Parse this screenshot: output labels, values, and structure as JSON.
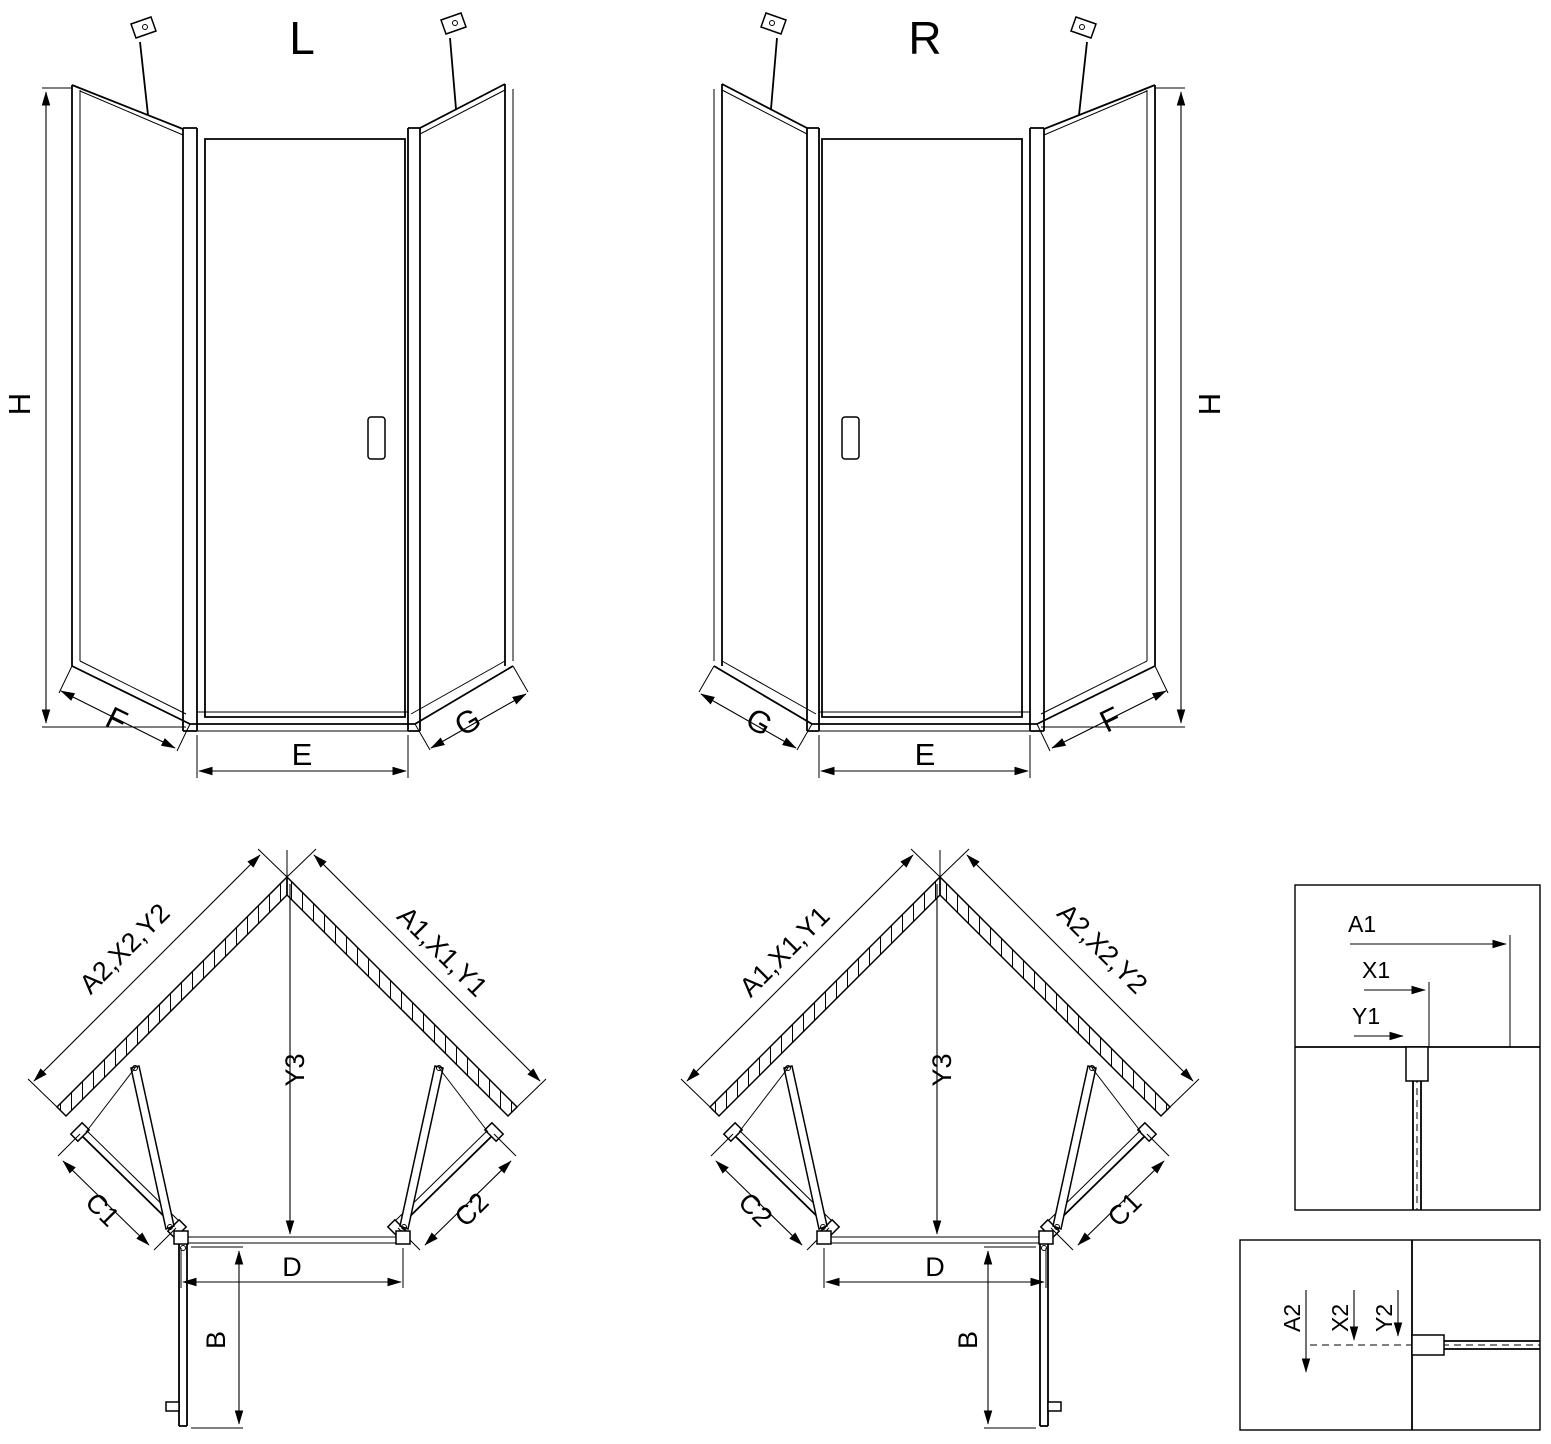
{
  "front_left": {
    "title": "L",
    "h": "H",
    "f": "F",
    "e": "E",
    "g": "G"
  },
  "front_right": {
    "title": "R",
    "h": "H",
    "f": "F",
    "e": "E",
    "g": "G"
  },
  "plan_left": {
    "wall_left": "A2,X2,Y2",
    "wall_right": "A1,X1,Y1",
    "depth": "Y3",
    "side_left": "C1",
    "side_right": "C2",
    "door": "D",
    "swing": "B"
  },
  "plan_right": {
    "wall_left": "A1,X1,Y1",
    "wall_right": "A2,X2,Y2",
    "depth": "Y3",
    "side_left": "C2",
    "side_right": "C1",
    "door": "D",
    "swing": "B"
  },
  "detail_top": {
    "a": "A1",
    "x": "X1",
    "y": "Y1"
  },
  "detail_bottom": {
    "a": "A2",
    "x": "X2",
    "y": "Y2"
  },
  "colors": {
    "line": "#000000",
    "background": "#ffffff"
  }
}
